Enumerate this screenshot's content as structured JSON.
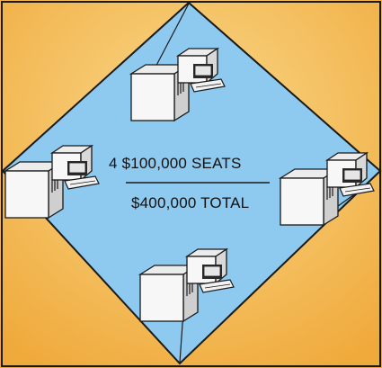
{
  "diagram": {
    "seats_label": "4 $100,000 SEATS",
    "total_label": "$400,000 TOTAL",
    "workstation_count": 4,
    "colors": {
      "background": "#f4b84a",
      "background_highlight": "#f9d88a",
      "diamond_fill": "#8ec9ef",
      "outline": "#1a1a1a",
      "computer_body": "#f7f7f7",
      "computer_shade": "#d9d9d9",
      "screen": "#2a2a2a"
    }
  }
}
